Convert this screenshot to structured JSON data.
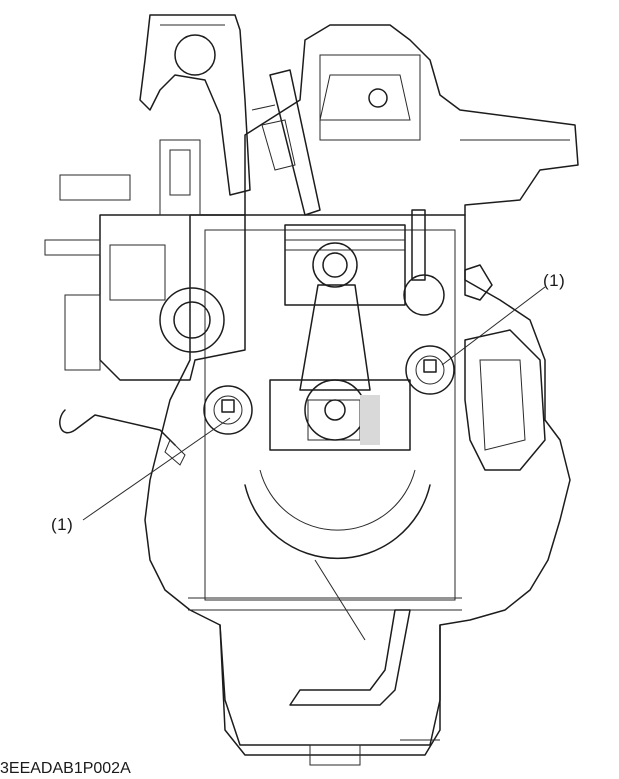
{
  "diagram": {
    "callouts": [
      {
        "id": "right",
        "label": "(1)"
      },
      {
        "id": "left",
        "label": "(1)"
      }
    ],
    "figure_code": "3EEADAB1P002A"
  }
}
